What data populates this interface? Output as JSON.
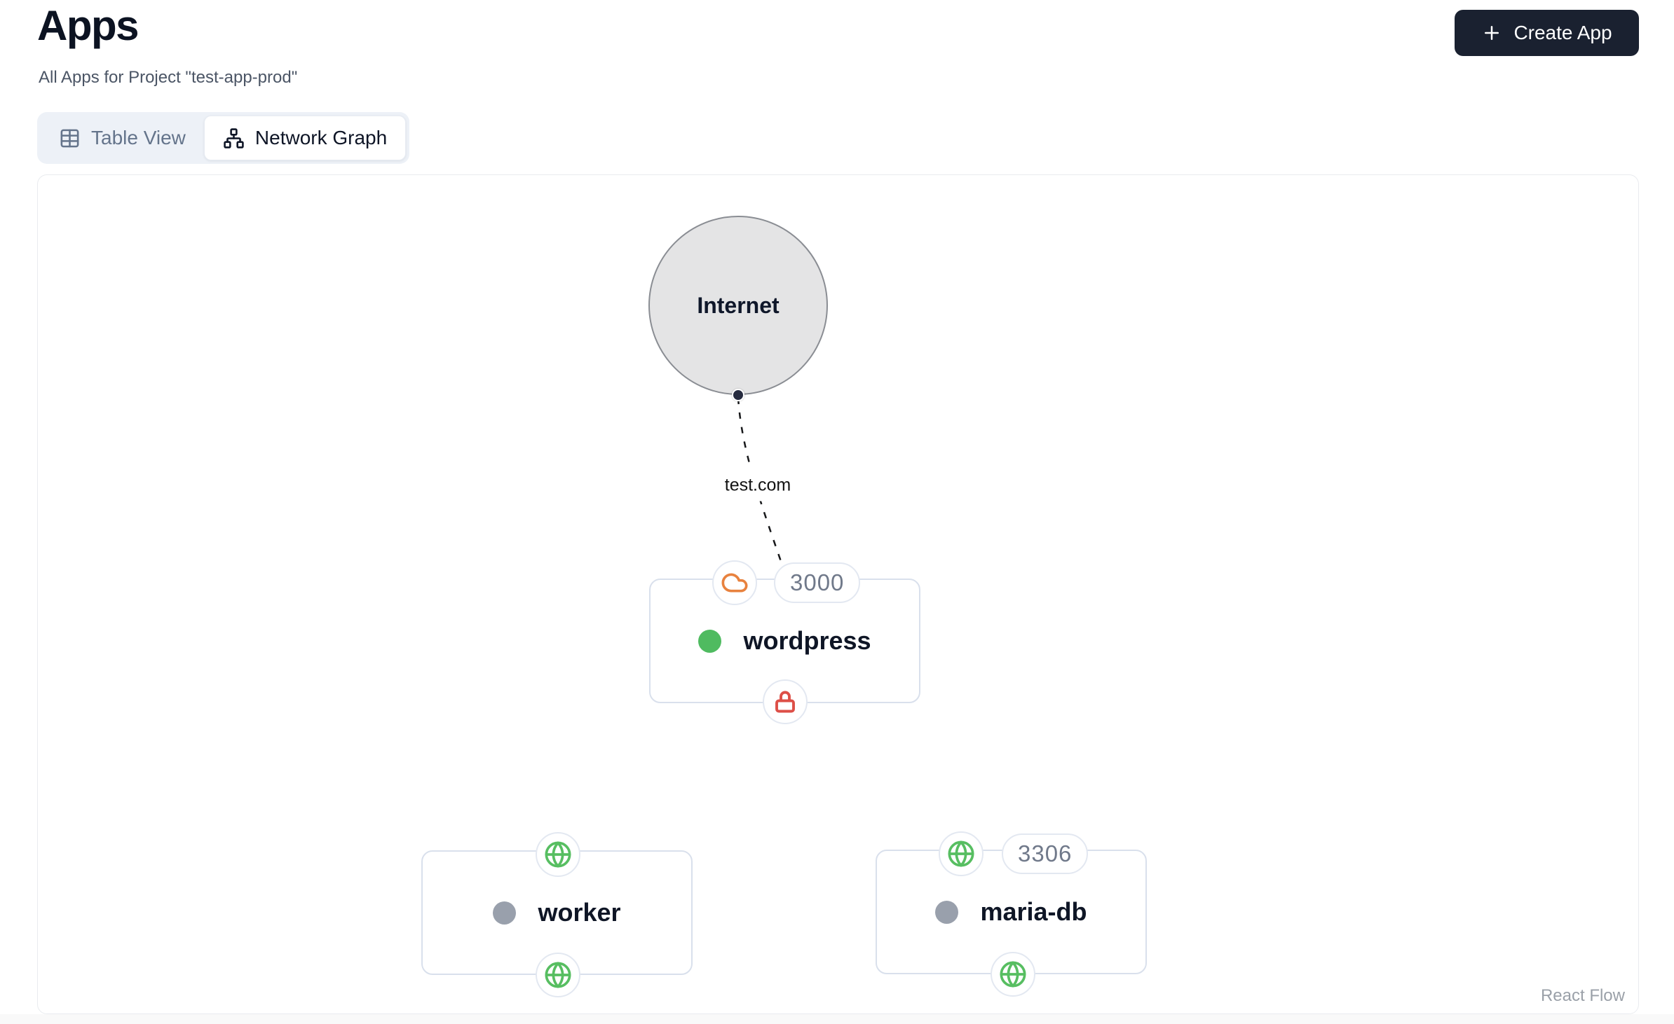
{
  "header": {
    "title": "Apps",
    "subtitle": "All Apps for Project \"test-app-prod\"",
    "create_button": {
      "label": "Create App",
      "icon": "plus-icon"
    }
  },
  "view_toggle": {
    "tabs": [
      {
        "label": "Table View",
        "icon": "table-icon",
        "active": false
      },
      {
        "label": "Network Graph",
        "icon": "network-icon",
        "active": true
      }
    ]
  },
  "graph": {
    "internet_node": {
      "label": "Internet"
    },
    "edge": {
      "source": "Internet",
      "target": "wordpress",
      "label": "test.com",
      "style": "dashed"
    },
    "app_nodes": [
      {
        "name": "wordpress",
        "status_color": "#4fbb60",
        "port": "3000",
        "top_badges": [
          "cloud-icon",
          "port-badge"
        ],
        "bottom_badges": [
          "lock-icon"
        ]
      },
      {
        "name": "worker",
        "status_color": "#99a0ac",
        "top_badges": [
          "globe-icon"
        ],
        "bottom_badges": [
          "globe-icon"
        ]
      },
      {
        "name": "maria-db",
        "status_color": "#99a0ac",
        "port": "3306",
        "top_badges": [
          "globe-icon",
          "port-badge"
        ],
        "bottom_badges": [
          "globe-icon"
        ]
      }
    ],
    "attribution": "React Flow"
  },
  "colors": {
    "button_bg": "#1a2130",
    "tabs_bg": "#edf1f7",
    "tab_inactive_text": "#64748b",
    "tab_active_text": "#0e1526",
    "canvas_border": "#e9ebef",
    "internet_fill": "#e4e4e5",
    "internet_stroke": "#8a8d93",
    "edge_color": "#17181a",
    "card_border": "#d9e0ec",
    "status_green": "#4fbb60",
    "status_gray": "#99a0ac",
    "globe_green": "#57be61",
    "cloud_orange": "#e8823e",
    "lock_red": "#dd4f47",
    "port_text": "#70798a",
    "attribution_text": "#9aa0a8"
  }
}
